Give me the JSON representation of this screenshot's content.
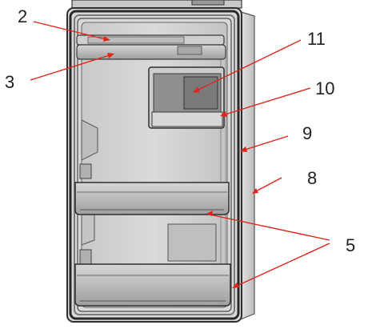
{
  "figure": {
    "callouts": [
      {
        "id": "c2",
        "number": "2"
      },
      {
        "id": "c3",
        "number": "3"
      },
      {
        "id": "c11",
        "number": "11"
      },
      {
        "id": "c10",
        "number": "10"
      },
      {
        "id": "c9",
        "number": "9"
      },
      {
        "id": "c8",
        "number": "8"
      },
      {
        "id": "c5",
        "number": "5"
      }
    ],
    "colors": {
      "leader": "#e0251b",
      "frame": "#3a3a3a",
      "gasket": "#6e6e6e",
      "panel": "#d2d2d2",
      "shelf": "#b9b9b9",
      "text": "#222222"
    }
  }
}
